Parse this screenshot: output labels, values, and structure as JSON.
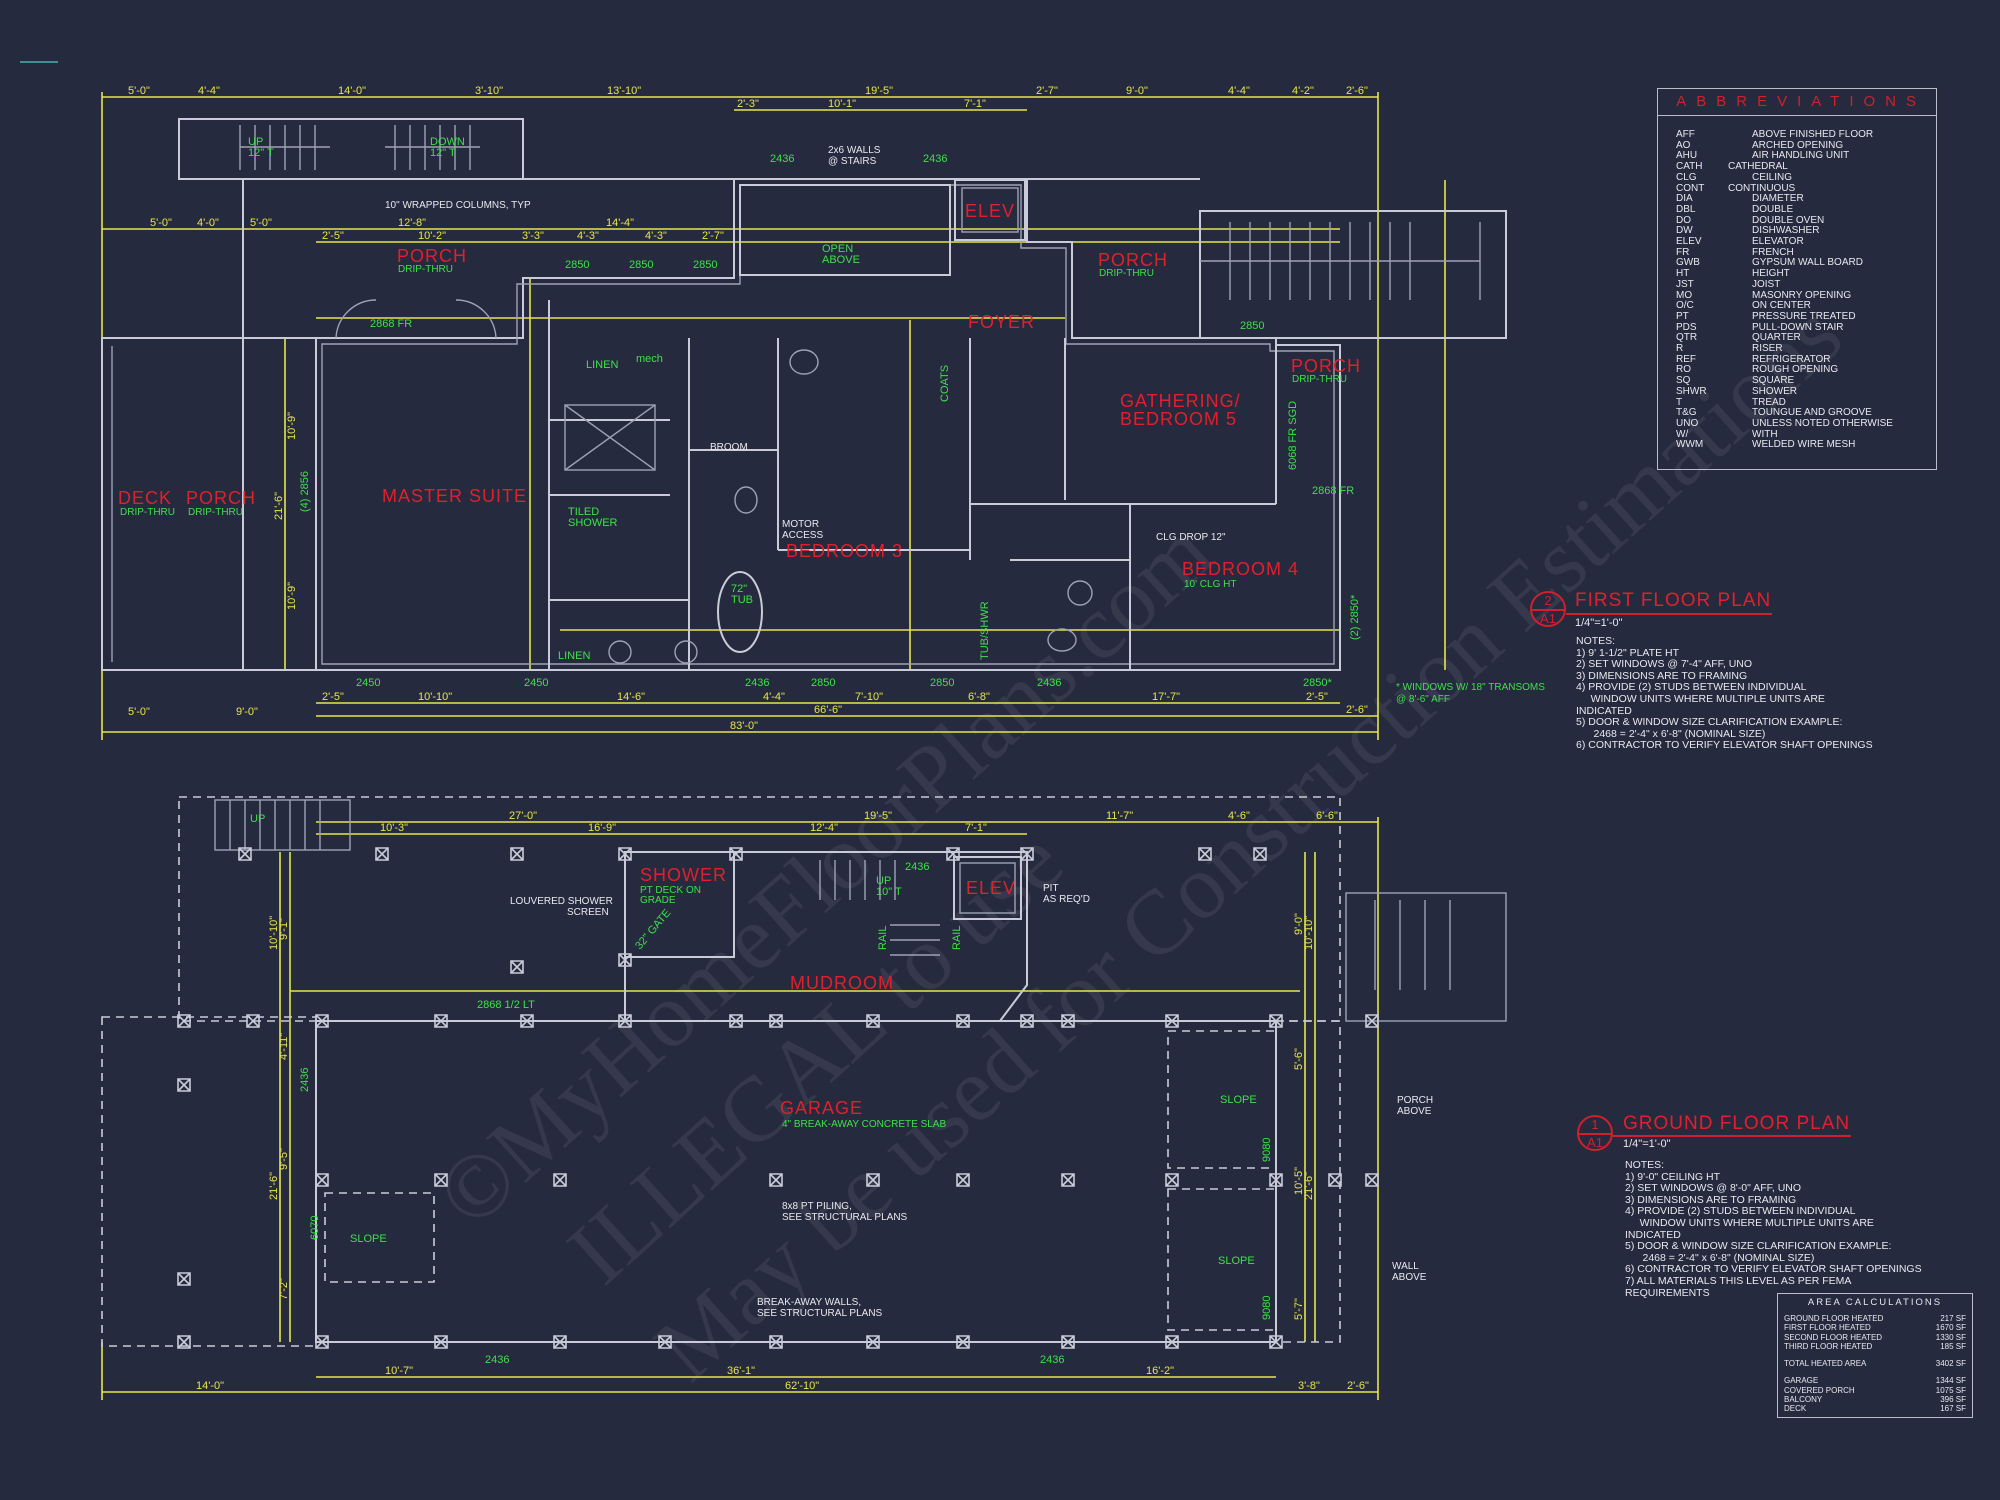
{
  "colors": {
    "background": "#262a3e",
    "walls": "#c9ccd8",
    "dimensions": "#e6e64a",
    "room_labels": "#e0202c",
    "tags": "#3ee04a",
    "notes": "#e8e8ee"
  },
  "watermark": [
    "©MyHomeFloorPlans.com",
    "ILLEGAL to use",
    "May be used for Construction Estimations"
  ],
  "first_floor": {
    "title": "FIRST FLOOR PLAN",
    "bubble": {
      "number": "2",
      "sheet": "A1"
    },
    "scale": "1/4\"=1'-0\"",
    "notes": [
      "NOTES:",
      "1) 9' 1-1/2\" PLATE HT",
      "2) SET WINDOWS @ 7'-4\" AFF, UNO",
      "3) DIMENSIONS ARE TO FRAMING",
      "4) PROVIDE (2) STUDS BETWEEN INDIVIDUAL",
      "     WINDOW UNITS WHERE MULTIPLE UNITS ARE",
      "INDICATED",
      "5) DOOR & WINDOW SIZE CLARIFICATION EXAMPLE:",
      "      2468 = 2'-4\" x 6'-8\" (NOMINAL SIZE)",
      "6) CONTRACTOR TO VERIFY ELEVATOR SHAFT OPENINGS"
    ],
    "transom_note": [
      "* WINDOWS W/ 18\" TRANSOMS",
      "@ 8'-6\" AFF"
    ],
    "rooms": {
      "master_suite": "MASTER SUITE",
      "deck": "DECK",
      "deck_sub": "DRIP-THRU",
      "porch_left": "PORCH",
      "porch_left_sub": "DRIP-THRU",
      "porch_top": "PORCH",
      "porch_top_sub": "DRIP-THRU",
      "porch_right_top": "PORCH",
      "porch_right_top_sub": "DRIP-THRU",
      "porch_right": "PORCH",
      "porch_right_sub": "DRIP-THRU",
      "foyer": "FOYER",
      "elev": "ELEV",
      "gathering_1": "GATHERING/",
      "gathering_2": "BEDROOM 5",
      "bedroom3": "BEDROOM 3",
      "bedroom4": "BEDROOM 4",
      "bedroom4_sub": "10' CLG HT"
    },
    "tags": {
      "fr2868": "2868 FR",
      "w2850a": "2850",
      "w2850b": "2850",
      "w2850c": "2850",
      "w2856": "(4) 2856",
      "b2450a": "2450",
      "b2450b": "2450",
      "b2436a": "2436",
      "b2850a": "2850",
      "b2850b": "2850",
      "b2436b": "2436",
      "b2850s": "2850*",
      "t2436a": "2436",
      "t2436b": "2436",
      "linen1": "LINEN",
      "mech": "mech",
      "tiled_shower": "TILED",
      "tiled_shower2": "SHOWER",
      "tub1": "72\"",
      "tub2": "TUB",
      "linen2": "LINEN",
      "open1": "OPEN",
      "open2": "ABOVE",
      "coats": "COATS",
      "tubshwr": "TUB/SHWR",
      "r2850": "2850",
      "r2850s": "(2) 2850*",
      "sgd": "6068 FR SGD",
      "fr2868b": "2868 FR",
      "up": "UP",
      "up_t": "12\" T",
      "down": "DOWN",
      "down_t": "12\" T"
    },
    "notes_plan": {
      "columns": "10\" WRAPPED COLUMNS, TYP",
      "walls1": "2x6 WALLS",
      "walls2": "@ STAIRS",
      "broom": "BROOM",
      "motor1": "MOTOR",
      "motor2": "ACCESS",
      "clg_drop": "CLG DROP 12\""
    },
    "dims_top": [
      "5'-0\"",
      "4'-4\"",
      "14'-0\"",
      "3'-10\"",
      "13'-10\"",
      "19'-5\"",
      "2'-7\"",
      "9'-0\"",
      "4'-4\"",
      "4'-2\"",
      "2'-6\""
    ],
    "dims_top2": [
      "2'-3\"",
      "10'-1\"",
      "7'-1\""
    ],
    "dims_porch": [
      "5'-0\"",
      "4'-0\"",
      "5'-0\"",
      "12'-8\"",
      "14'-4\""
    ],
    "dims_porch2": [
      "2'-5\"",
      "10'-2\"",
      "3'-3\"",
      "4'-3\"",
      "4'-3\"",
      "2'-7\""
    ],
    "dims_bottom": [
      "5'-0\"",
      "9'-0\"",
      "2'-5\"",
      "10'-10\"",
      "14'-6\"",
      "4'-4\"",
      "7'-10\"",
      "6'-8\"",
      "17'-7\"",
      "2'-5\""
    ],
    "dims_overall": {
      "d665": "66'-6\"",
      "d830": "83'-0\"",
      "d26": "2'-6\""
    },
    "dims_vertical": {
      "d216": "21'-6\"",
      "d109a": "10'-9\"",
      "d109b": "10'-9\""
    }
  },
  "ground_floor": {
    "title": "GROUND FLOOR PLAN",
    "bubble": {
      "number": "1",
      "sheet": "A1"
    },
    "scale": "1/4\"=1'-0\"",
    "notes": [
      "NOTES:",
      "1) 9'-0\" CEILING HT",
      "2) SET WINDOWS @ 8'-0\" AFF, UNO",
      "3) DIMENSIONS ARE TO FRAMING",
      "4) PROVIDE (2) STUDS BETWEEN INDIVIDUAL",
      "     WINDOW UNITS WHERE MULTIPLE UNITS ARE",
      "INDICATED",
      "5) DOOR & WINDOW SIZE CLARIFICATION EXAMPLE:",
      "      2468 = 2'-4\" x 6'-8\" (NOMINAL SIZE)",
      "6) CONTRACTOR TO VERIFY ELEVATOR SHAFT OPENINGS",
      "7) ALL MATERIALS THIS LEVEL AS PER FEMA",
      "REQUIREMENTS"
    ],
    "rooms": {
      "shower": "SHOWER",
      "shower_sub1": "PT DECK ON",
      "shower_sub2": "GRADE",
      "mudroom": "MUDROOM",
      "elev": "ELEV",
      "garage": "GARAGE",
      "garage_sub": "4\" BREAK-AWAY CONCRETE SLAB"
    },
    "tags": {
      "slope1": "SLOPE",
      "slope2": "SLOPE",
      "slope3": "SLOPE",
      "d9080a": "9080",
      "d9080b": "9080",
      "lt2868": "2868 1/2 LT",
      "b2436a": "2436",
      "b2436b": "2436",
      "e2436": "2436",
      "w6070": "6070",
      "w2436": "2436",
      "up": "UP",
      "up2": "UP",
      "up2_t": "10\" T",
      "rail1": "RAIL",
      "rail2": "RAIL",
      "gate": "32\" GATE"
    },
    "notes_plan": {
      "louver1": "LOUVERED SHOWER",
      "louver2": "SCREEN",
      "pit1": "PIT",
      "pit2": "AS REQ'D",
      "piling1": "8x8 PT PILING,",
      "piling2": "SEE STRUCTURAL PLANS",
      "breakaway1": "BREAK-AWAY WALLS,",
      "breakaway2": "SEE STRUCTURAL PLANS",
      "porch1": "PORCH",
      "porch2": "ABOVE",
      "wall1": "WALL",
      "wall2": "ABOVE"
    },
    "dims_top": [
      "27'-0\"",
      "10'-3\"",
      "16'-9\"",
      "19'-5\"",
      "12'-4\"",
      "7'-1\"",
      "11'-7\"",
      "4'-6\"",
      "6'-6\""
    ],
    "dims_bottom": [
      "14'-0\"",
      "10'-7\"",
      "36'-1\"",
      "16'-2\"",
      "62'-10\"",
      "3'-8\"",
      "2'-6\""
    ],
    "dims_vertical": {
      "d216a": "21'-6\"",
      "d1010": "10'-10\"",
      "d91": "9'-1\"",
      "d411": "4'-11\"",
      "d95": "9'-5\"",
      "d72": "7'-2\"",
      "d216b": "21'-6\"",
      "d105": "10'-5\"",
      "d56": "5'-6\"",
      "d57": "5'-7\"",
      "d90": "9'-0\"",
      "d1010b": "10'-10\""
    }
  },
  "abbreviations": {
    "title": "ABBREVIATIONS",
    "items": [
      {
        "abbr": "AFF",
        "meaning": "ABOVE FINISHED FLOOR"
      },
      {
        "abbr": "AO",
        "meaning": "ARCHED OPENING"
      },
      {
        "abbr": "AHU",
        "meaning": "AIR HANDLING UNIT"
      },
      {
        "abbr": "CATH",
        "meaning": "CATHEDRAL"
      },
      {
        "abbr": "CLG",
        "meaning": "CEILING"
      },
      {
        "abbr": "CONT",
        "meaning": "CONTINUOUS"
      },
      {
        "abbr": "DIA",
        "meaning": "DIAMETER"
      },
      {
        "abbr": "DBL",
        "meaning": "DOUBLE"
      },
      {
        "abbr": "DO",
        "meaning": "DOUBLE OVEN"
      },
      {
        "abbr": "DW",
        "meaning": "DISHWASHER"
      },
      {
        "abbr": "ELEV",
        "meaning": "ELEVATOR"
      },
      {
        "abbr": "FR",
        "meaning": "FRENCH"
      },
      {
        "abbr": "GWB",
        "meaning": "GYPSUM WALL BOARD"
      },
      {
        "abbr": "HT",
        "meaning": "HEIGHT"
      },
      {
        "abbr": "JST",
        "meaning": "JOIST"
      },
      {
        "abbr": "MO",
        "meaning": "MASONRY OPENING"
      },
      {
        "abbr": "O/C",
        "meaning": "ON CENTER"
      },
      {
        "abbr": "PT",
        "meaning": "PRESSURE TREATED"
      },
      {
        "abbr": "PDS",
        "meaning": "PULL-DOWN STAIR"
      },
      {
        "abbr": "QTR",
        "meaning": "QUARTER"
      },
      {
        "abbr": "R",
        "meaning": "RISER"
      },
      {
        "abbr": "REF",
        "meaning": "REFRIGERATOR"
      },
      {
        "abbr": "RO",
        "meaning": "ROUGH OPENING"
      },
      {
        "abbr": "SQ",
        "meaning": "SQUARE"
      },
      {
        "abbr": "SHWR",
        "meaning": "SHOWER"
      },
      {
        "abbr": "T",
        "meaning": "TREAD"
      },
      {
        "abbr": "T&G",
        "meaning": "TOUNGUE AND GROOVE"
      },
      {
        "abbr": "UNO",
        "meaning": "UNLESS NOTED OTHERWISE"
      },
      {
        "abbr": "W/",
        "meaning": "WITH"
      },
      {
        "abbr": "WWM",
        "meaning": "WELDED WIRE MESH"
      }
    ]
  },
  "area_calculations": {
    "title": "AREA CALCULATIONS",
    "heated": [
      {
        "label": "GROUND FLOOR HEATED",
        "value": "217 SF"
      },
      {
        "label": "FIRST FLOOR HEATED",
        "value": "1670 SF"
      },
      {
        "label": "SECOND FLOOR HEATED",
        "value": "1330 SF"
      },
      {
        "label": "THIRD FLOOR HEATED",
        "value": "185 SF"
      }
    ],
    "total": {
      "label": "TOTAL HEATED AREA",
      "value": "3402 SF"
    },
    "other": [
      {
        "label": "GARAGE",
        "value": "1344 SF"
      },
      {
        "label": "COVERED PORCH",
        "value": "1075 SF"
      },
      {
        "label": "BALCONY",
        "value": "396 SF"
      },
      {
        "label": "DECK",
        "value": "167 SF"
      }
    ]
  }
}
